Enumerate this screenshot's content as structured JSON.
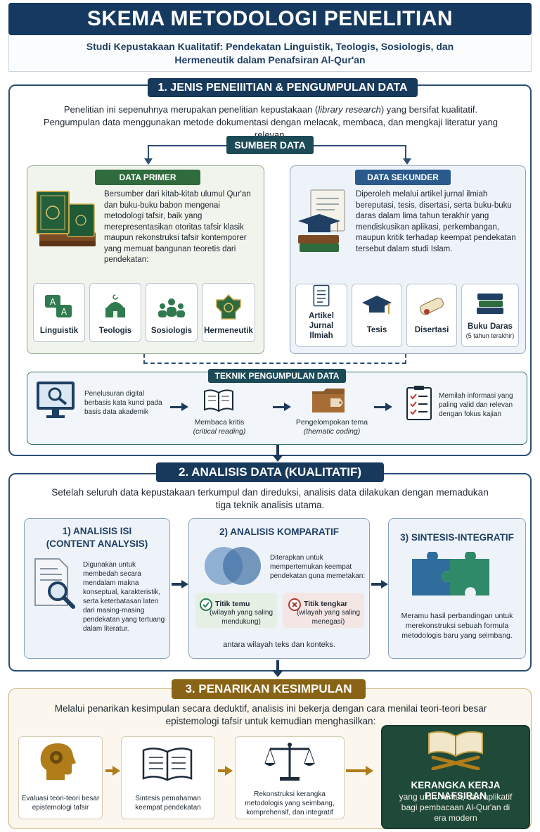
{
  "header": {
    "title": "SKEMA METODOLOGI PENELITIAN",
    "subtitle": "Studi Kepustakaan Kualitatif: Pendekatan Linguistik, Teologis, Sosiologis, dan Hermeneutik dalam Penafsiran Al-Qur'an"
  },
  "section1": {
    "title": "1. JENIS PENEIIITIAN & PENGUMPULAN DATA",
    "intro_a": "Penelitian ini sepenuhnya merupakan penelitian kepustakaan (",
    "intro_em": "library research",
    "intro_b": ") yang bersifat kualitatif.",
    "intro_c": "Pengumpulan data menggunakan metode dokumentasi dengan melacak, membaca, dan mengkaji literatur yang relevan.",
    "sumber": "SUMBER DATA",
    "primer": {
      "label": "DATA PRIMER",
      "text": "Bersumber dari kitab-kitab ulumul Qur'an dan buku-buku babon mengenai metodologi tafsir, baik yang merepresentasikan otoritas tafsir klasik maupun rekonstruksi tafsir kontemporer yang memuat bangunan teoretis dari pendekatan:",
      "items": [
        "Linguistik",
        "Teologis",
        "Sosiologis",
        "Hermeneutik"
      ]
    },
    "sekunder": {
      "label": "DATA SEKUNDER",
      "text": "Diperoleh melalui artikel jurnal ilmiah bereputasi, tesis, disertasi, serta buku-buku daras dalam lima tahun terakhir yang mendiskusikan aplikasi, perkembangan, maupun kritik terhadap keempat pendekatan tersebut dalam studi Islam.",
      "items": [
        {
          "label": "Artikel Jurnal Ilmiah",
          "note": ""
        },
        {
          "label": "Tesis",
          "note": ""
        },
        {
          "label": "Disertasi",
          "note": ""
        },
        {
          "label": "Buku Daras",
          "note": "(5 tahun terakhir)"
        }
      ]
    },
    "teknik": {
      "label": "TEKNIK PENGUMPULAN DATA",
      "step1": "Penelusuran digital berbasis kata kunci pada basis data akademik",
      "step2": "Membaca kritis",
      "step2_em": "(critical reading)",
      "step3": "Pengelompokan tema",
      "step3_em": "(thematic coding)",
      "step4": "Memilah informasi yang paling valid dan relevan dengan fokus kajian"
    }
  },
  "section2": {
    "title": "2. ANALISIS DATA (KUALITATIF)",
    "intro": "Setelah seluruh data kepustakaan terkumpul dan direduksi, analisis data dilakukan dengan memadukan tiga teknik analisis utama.",
    "a": {
      "title1": "1) ANALISIS ISI",
      "title2": "(CONTENT ANALYSIS)",
      "text": "Digunakan untuk membedah secara mendalam makna konseptual, karakteristik, serta keterbatasan laten dari masing-masing pendekatan yang tertuang dalam literatur."
    },
    "b": {
      "title": "2) ANALISIS KOMPARATIF",
      "text": "Diterapkan untuk mempertemukan keempat pendekatan guna memetakan:",
      "temu": "Titik temu",
      "temu_note": "(wilayah yang saling mendukung)",
      "tengkar": "Titik tengkar",
      "tengkar_note": "(wilayah yang saling menegasi)",
      "footer": "antara wilayah teks dan konteks."
    },
    "c": {
      "title": "3) SINTESIS-INTEGRATIF",
      "text": "Meramu hasil perbandingan untuk merekonstruksi sebuah formula metodologis baru yang seimbang."
    }
  },
  "section3": {
    "title": "3. PENARIKAN KESIMPULAN",
    "intro": "Melalui penarikan kesimpulan secara deduktif, analisis ini bekerja dengan cara menilai teori-teori besar epistemologi tafsir untuk kemudian menghasilkan:",
    "step1": "Evaluasi teori-teori besar epistemologi tafsir",
    "step2": "Sintesis pemahaman keempat pendekatan",
    "step3": "Rekonstruksi kerangka metodologis yang seimbang, komprehensif, dan integratif",
    "final_title": "KERANGKA KERJA PENAFSIRAN",
    "final_text": "yang utuh, runtut, dan aplikatif bagi pembacaan Al-Qur'an di era modern"
  },
  "colors": {
    "navy": "#163a5f",
    "green_accent": "#2f6b3c",
    "blue_accent": "#2a5a8c",
    "gold": "#b07d1a",
    "dark_green_final": "#1f4a3a"
  }
}
